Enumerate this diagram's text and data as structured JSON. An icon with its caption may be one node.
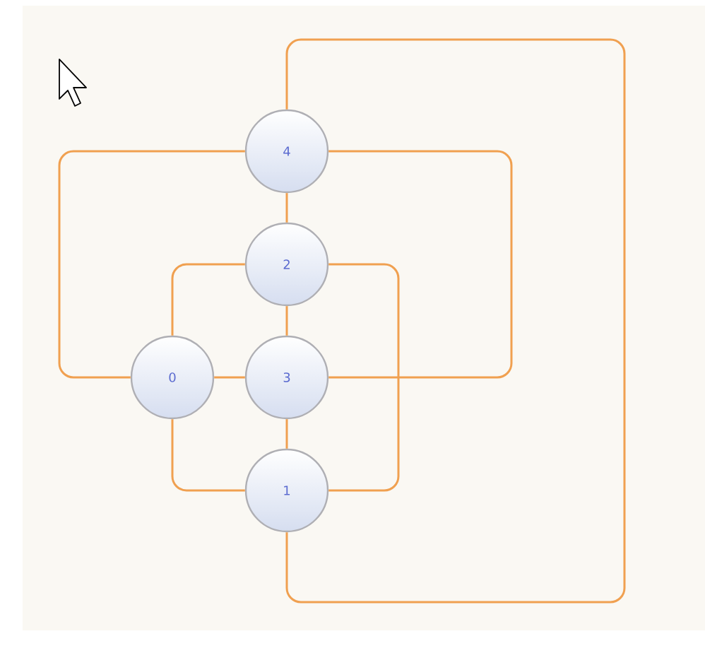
{
  "diagram": {
    "nodes": [
      {
        "text": [
          "4"
        ]
      },
      {
        "text": [
          "2"
        ]
      },
      {
        "text": [
          "0"
        ]
      },
      {
        "text": [
          "3"
        ]
      },
      {
        "text": [
          "1"
        ]
      }
    ],
    "edges": [
      {
        "from": 0,
        "to": 1,
        "arrow": "none"
      },
      {
        "from": 0,
        "to": 2,
        "arrow": "none"
      },
      {
        "from": 0,
        "to": 3,
        "arrow": "none"
      },
      {
        "from": 0,
        "to": 4,
        "arrow": "none"
      },
      {
        "from": 1,
        "to": 2,
        "arrow": "none"
      },
      {
        "from": 1,
        "to": 3,
        "arrow": "none"
      },
      {
        "from": 1,
        "to": 4,
        "arrow": "none"
      },
      {
        "from": 2,
        "to": 3,
        "arrow": "none"
      },
      {
        "from": 2,
        "to": 4,
        "arrow": "none"
      },
      {
        "from": 3,
        "to": 4,
        "arrow": "none"
      }
    ]
  }
}
